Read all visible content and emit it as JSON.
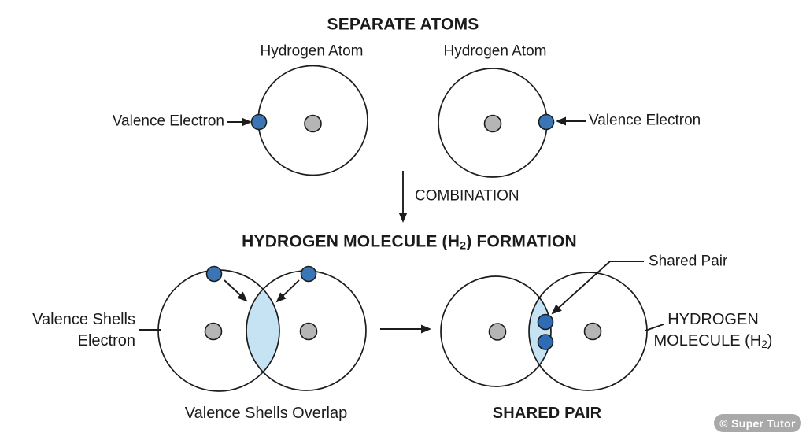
{
  "colors": {
    "line": "#1c1c1c",
    "electron_blue": "#3a76b6",
    "shared_pair_blue": "#2e6db6",
    "nucleus_gray": "#b5b5b5",
    "overlap_fill": "#c6e3f4",
    "watermark_bg": "#a9a9a9",
    "watermark_text": "#ffffff"
  },
  "sections": {
    "separate_atoms": {
      "title": "SEPARATE ATOMS",
      "left_atom_label": "Hydrogen Atom",
      "right_atom_label": "Hydrogen Atom",
      "left_valence_label": "Valence Electron",
      "right_valence_label": "Valence Electron"
    },
    "combination": {
      "label": "COMBINATION"
    },
    "formation": {
      "title_prefix": "HYDROGEN MOLECULE (H",
      "title_sub": "2",
      "title_suffix": ") FORMATION"
    },
    "overlap_diagram": {
      "left_label_line1": "Valence Shells",
      "left_label_line2": "Electron",
      "caption": "Valence Shells Overlap"
    },
    "shared_pair_diagram": {
      "pointer_label": "Shared Pair",
      "right_label_line1": "HYDROGEN",
      "right_label_line2_prefix": "MOLECULE (H",
      "right_label_line2_sub": "2",
      "right_label_line2_suffix": ")",
      "caption": "SHARED PAIR"
    }
  },
  "watermark": {
    "text": "© Super Tutor"
  }
}
